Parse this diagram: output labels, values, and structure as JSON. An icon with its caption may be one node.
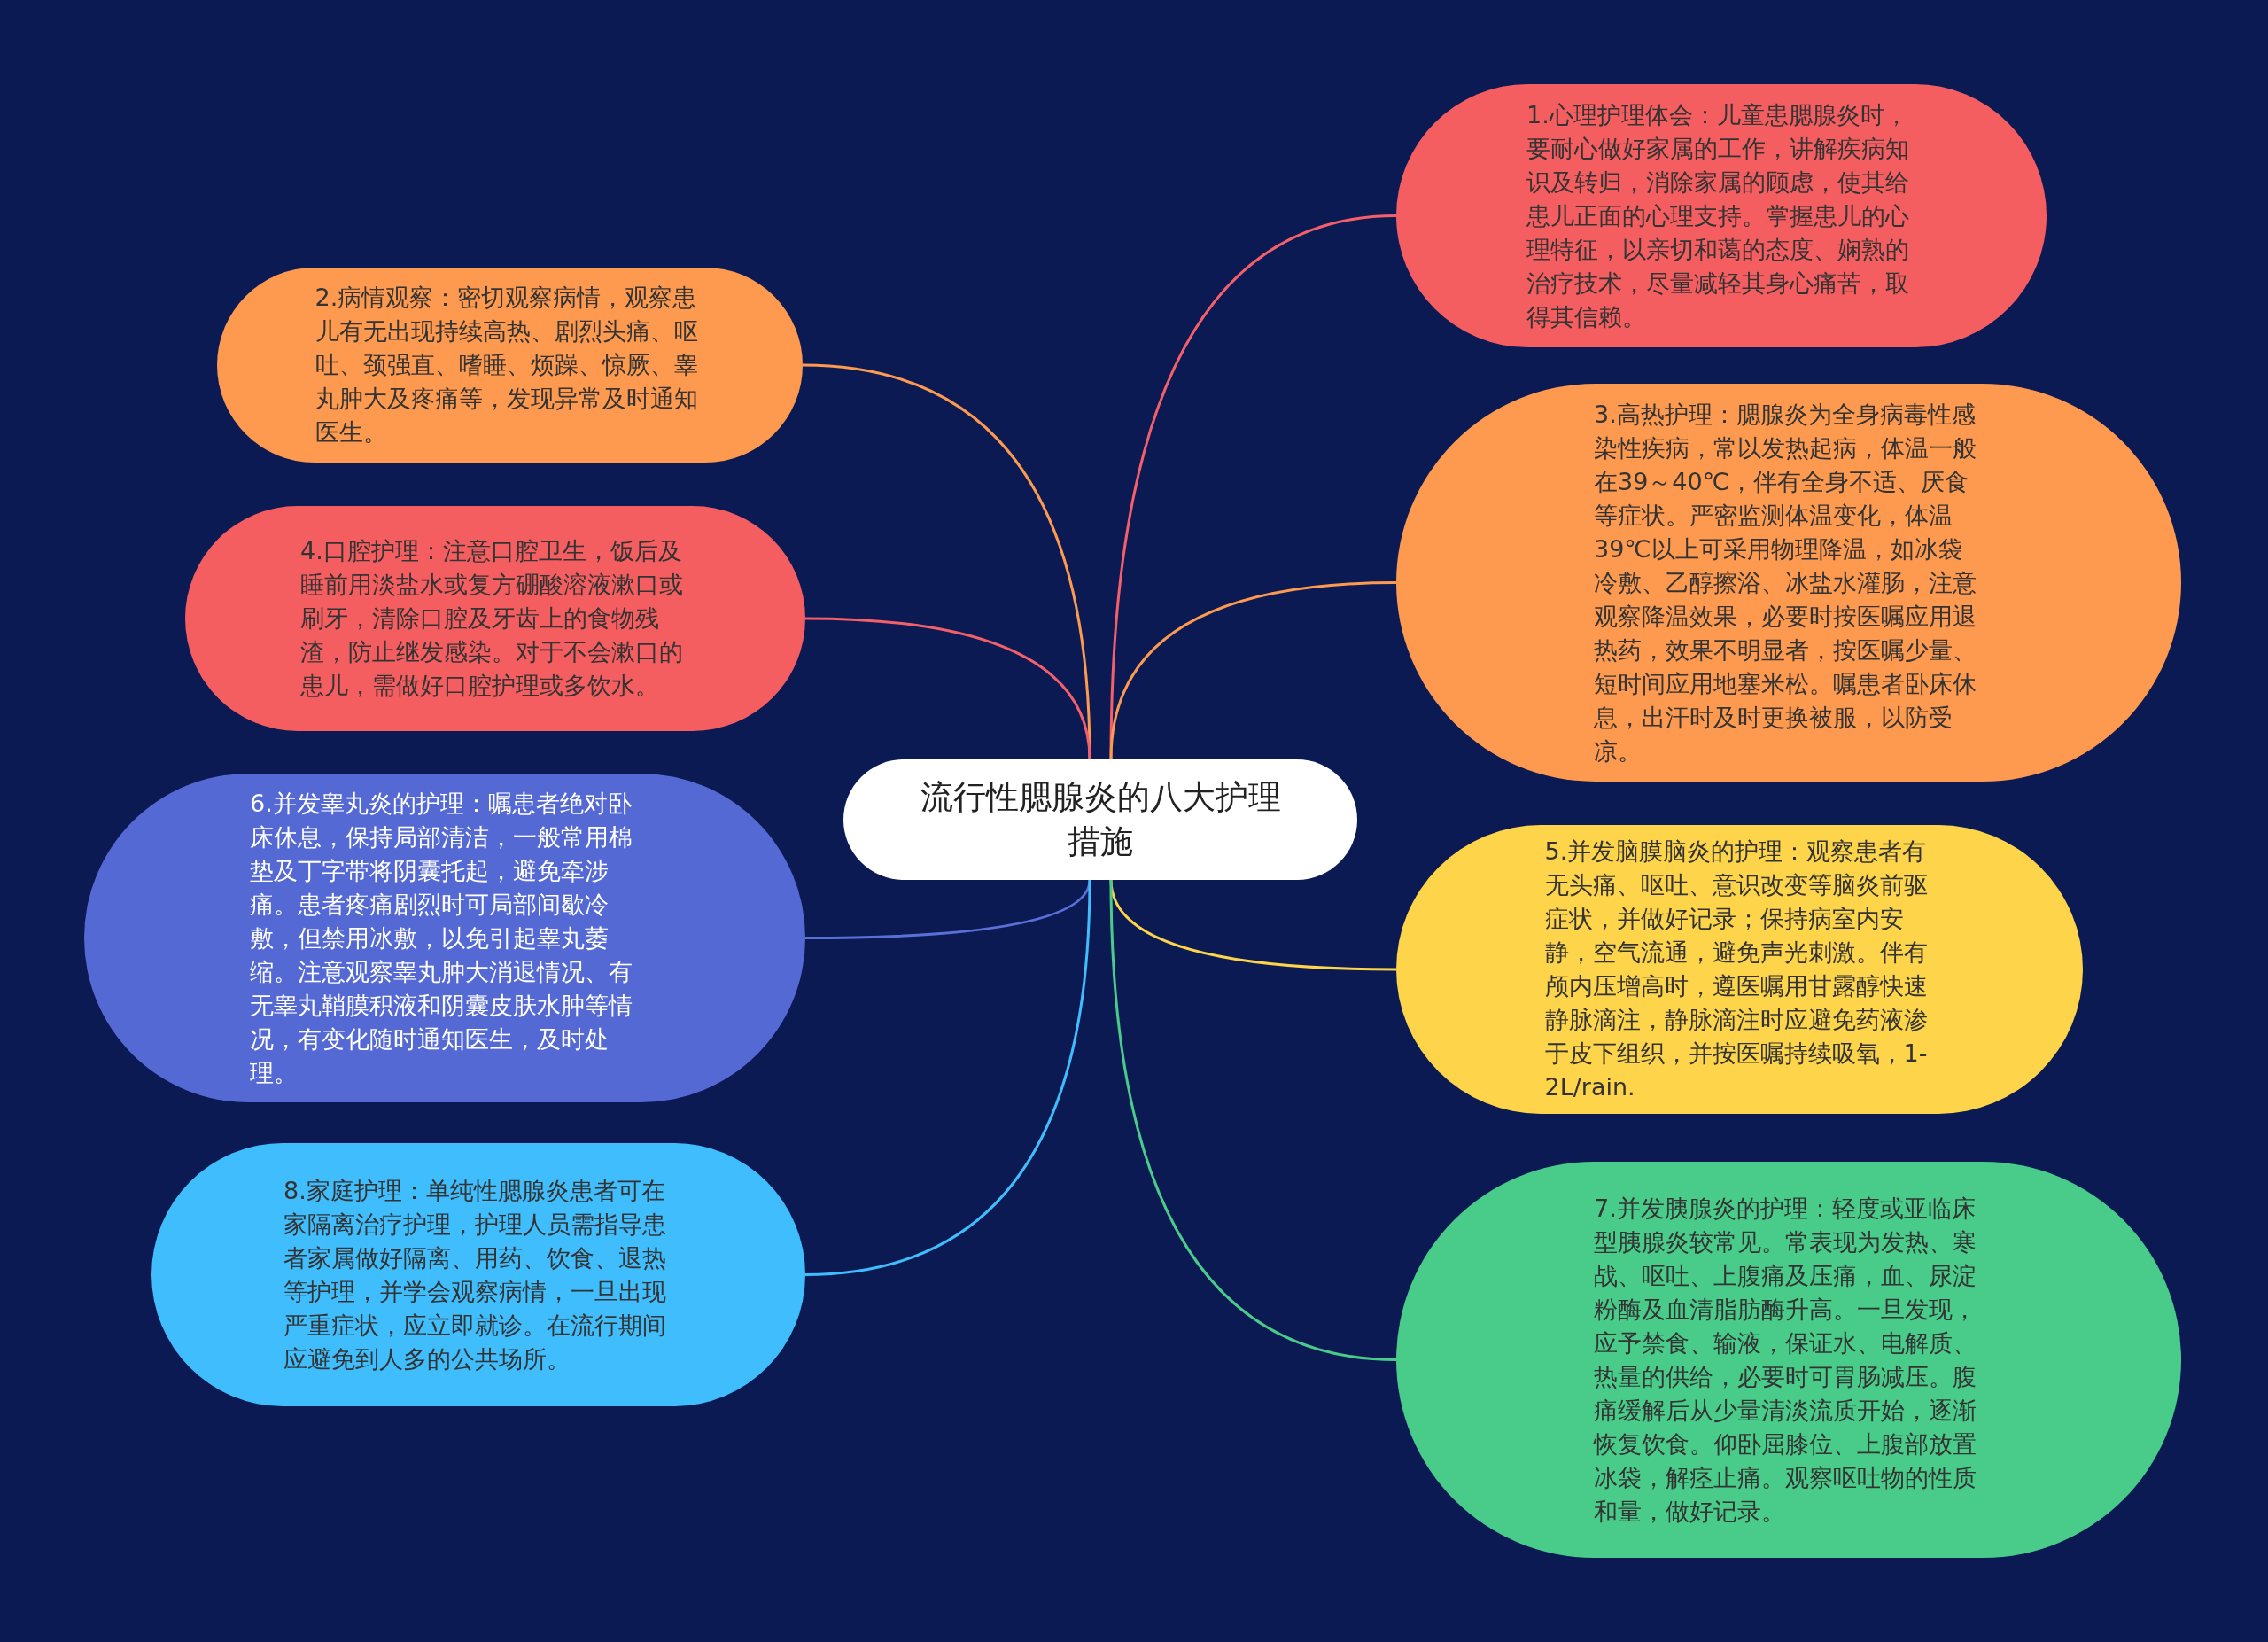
{
  "diagram": {
    "nodes": [
      {
        "text": [
          "流行性腮腺炎的八大护理措施"
        ]
      },
      {
        "text": [
          "1.心理护理体会：儿童患腮腺炎时，要耐心做好家属的工作，讲解疾病知识及转归，消除家属的顾虑，使其给患儿正面的心理支持。掌握患儿的心理特征，以亲切和蔼的态度、娴熟的治疗技术，尽量减轻其身心痛苦，取得其信赖。"
        ]
      },
      {
        "text": [
          "2.病情观察：密切观察病情，观察患儿有无出现持续高热、剧烈头痛、呕吐、颈强直、嗜睡、烦躁、惊厥、睾丸肿大及疼痛等，发现异常及时通知医生。"
        ]
      },
      {
        "text": [
          "3.高热护理：腮腺炎为全身病毒性感染性疾病，常以发热起病，体温一般在39～40℃，伴有全身不适、厌食等症状。严密监测体温变化，体温39℃以上可采用物理降温，如冰袋冷敷、乙醇擦浴、冰盐水灌肠，注意观察降温效果，必要时按医嘱应用退热药，效果不明显者，按医嘱少量、短时间应用地塞米松。嘱患者卧床休息，出汗时及时更换被服，以防受凉。"
        ]
      },
      {
        "text": [
          "4.口腔护理：注意口腔卫生，饭后及睡前用淡盐水或复方硼酸溶液漱口或刷牙，清除口腔及牙齿上的食物残渣，防止继发感染。对于不会漱口的患儿，需做好口腔护理或多饮水。"
        ]
      },
      {
        "text": [
          "5.并发脑膜脑炎的护理：观察患者有无头痛、呕吐、意识改变等脑炎前驱症状，并做好记录；保持病室内安静，空气流通，避免声光刺激。伴有颅内压增高时，遵医嘱用甘露醇快速静脉滴注，静脉滴注时应避免药液渗于皮下组织，并按医嘱持续吸氧，1-2L/rain."
        ]
      },
      {
        "text": [
          "6.并发睾丸炎的护理：嘱患者绝对卧床休息，保持局部清洁，一般常用棉垫及丁字带将阴囊托起，避免牵涉痛。患者疼痛剧烈时可局部间歇冷敷，但禁用冰敷，以免引起睾丸萎缩。注意观察睾丸肿大消退情况、有无睾丸鞘膜积液和阴囊皮肤水肿等情况，有变化随时通知医生，及时处理。"
        ]
      },
      {
        "text": [
          "7.并发胰腺炎的护理：轻度或亚临床型胰腺炎较常见。常表现为发热、寒战、呕吐、上腹痛及压痛，血、尿淀粉酶及血清脂肪酶升高。一旦发现，应予禁食、输液，保证水、电解质、热量的供给，必要时可胃肠减压。腹痛缓解后从少量清淡流质开始，逐渐恢复饮食。仰卧屈膝位、上腹部放置冰袋，解痉止痛。观察呕吐物的性质和量，做好记录。"
        ]
      },
      {
        "text": [
          "8.家庭护理：单纯性腮腺炎患者可在家隔离治疗护理，护理人员需指导患者家属做好隔离、用药、饮食、退热等护理，并学会观察病情，一旦出现严重症状，应立即就诊。在流行期间应避免到人多的公共场所。"
        ]
      }
    ],
    "edges": [
      {
        "from": 0,
        "to": 1,
        "arrow": "none",
        "color": "#f4606a"
      },
      {
        "from": 0,
        "to": 2,
        "arrow": "none",
        "color": "#fd9a4f"
      },
      {
        "from": 0,
        "to": 3,
        "arrow": "none",
        "color": "#fd9a4f"
      },
      {
        "from": 0,
        "to": 4,
        "arrow": "none",
        "color": "#f4606a"
      },
      {
        "from": 0,
        "to": 5,
        "arrow": "none",
        "color": "#fdd44a"
      },
      {
        "from": 0,
        "to": 6,
        "arrow": "none",
        "color": "#5a6fd8"
      },
      {
        "from": 0,
        "to": 7,
        "arrow": "none",
        "color": "#49cc8a"
      },
      {
        "from": 0,
        "to": 8,
        "arrow": "none",
        "color": "#40bdfc"
      }
    ]
  }
}
